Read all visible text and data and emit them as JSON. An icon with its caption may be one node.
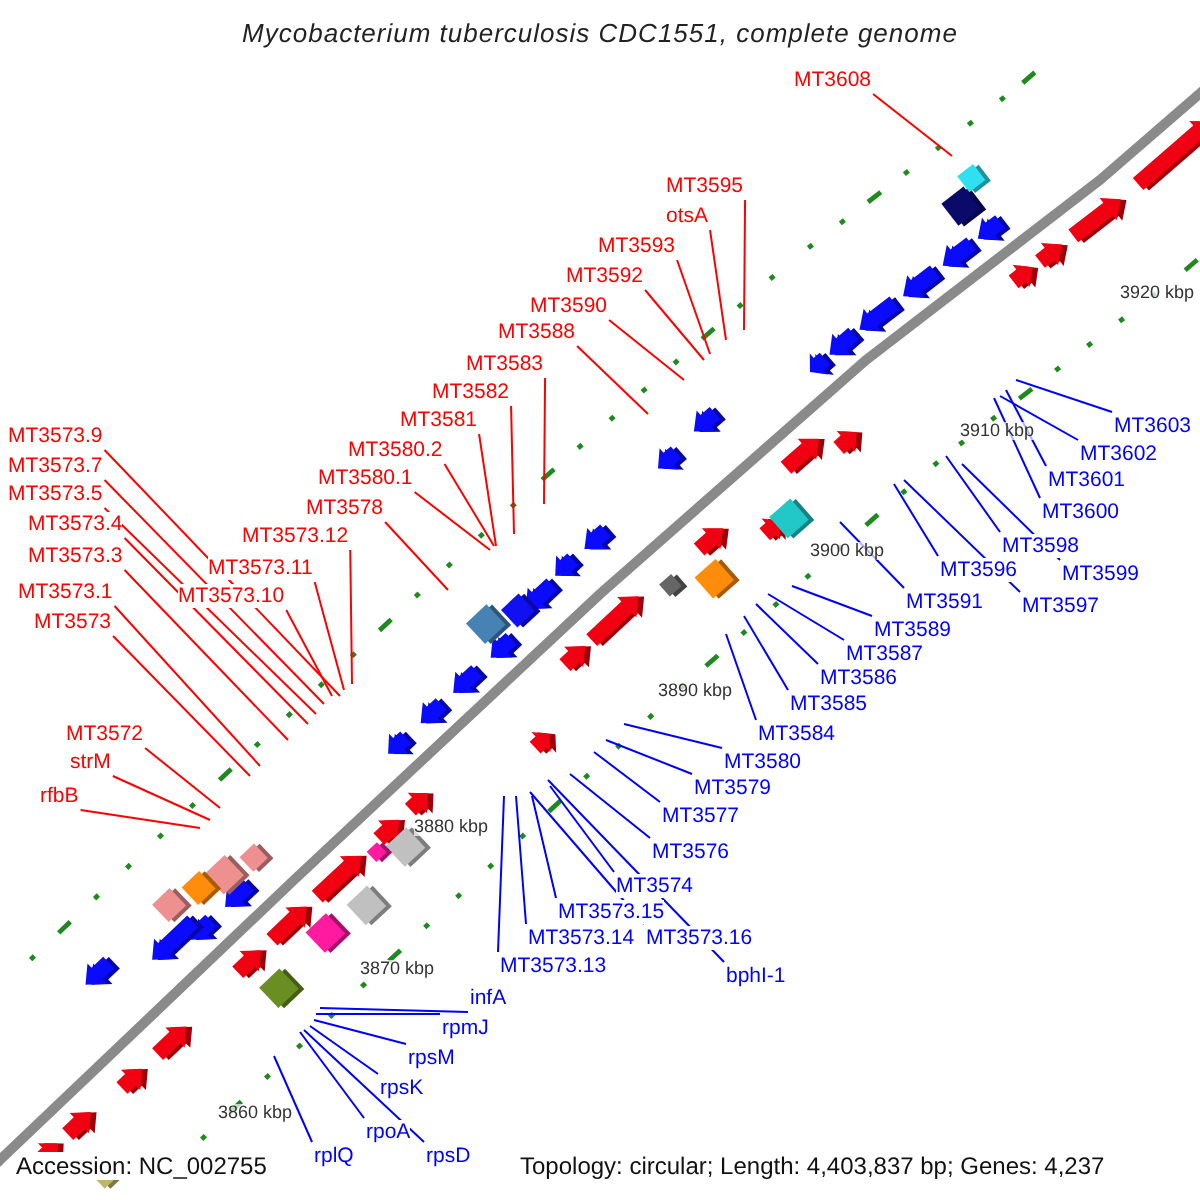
{
  "diagram": {
    "title": "Mycobacterium tuberculosis CDC1551, complete genome",
    "nodes": [
      {
        "text": [
          "MT3608"
        ]
      },
      {
        "text": [
          "MT3595"
        ]
      },
      {
        "text": [
          "otsA"
        ]
      },
      {
        "text": [
          "MT3593"
        ]
      },
      {
        "text": [
          "MT3592"
        ]
      },
      {
        "text": [
          "MT3590"
        ]
      },
      {
        "text": [
          "MT3588"
        ]
      },
      {
        "text": [
          "MT3583"
        ]
      },
      {
        "text": [
          "MT3582"
        ]
      },
      {
        "text": [
          "MT3581"
        ]
      },
      {
        "text": [
          "MT3580.2"
        ]
      },
      {
        "text": [
          "MT3580.1"
        ]
      },
      {
        "text": [
          "MT3578"
        ]
      },
      {
        "text": [
          "MT3573.9"
        ]
      },
      {
        "text": [
          "MT3573.7"
        ]
      },
      {
        "text": [
          "MT3573.5"
        ]
      },
      {
        "text": [
          "MT3573.4"
        ]
      },
      {
        "text": [
          "MT3573.3"
        ]
      },
      {
        "text": [
          "MT3573.12"
        ]
      },
      {
        "text": [
          "MT3573.11"
        ]
      },
      {
        "text": [
          "MT3573.1"
        ]
      },
      {
        "text": [
          "MT3573.10"
        ]
      },
      {
        "text": [
          "MT3573"
        ]
      },
      {
        "text": [
          "MT3572"
        ]
      },
      {
        "text": [
          "strM"
        ]
      },
      {
        "text": [
          "rfbB"
        ]
      },
      {
        "text": [
          "MT3603"
        ]
      },
      {
        "text": [
          "MT3602"
        ]
      },
      {
        "text": [
          "MT3601"
        ]
      },
      {
        "text": [
          "MT3600"
        ]
      },
      {
        "text": [
          "MT3598"
        ]
      },
      {
        "text": [
          "MT3596"
        ]
      },
      {
        "text": [
          "MT3599"
        ]
      },
      {
        "text": [
          "MT3591"
        ]
      },
      {
        "text": [
          "MT3597"
        ]
      },
      {
        "text": [
          "MT3589"
        ]
      },
      {
        "text": [
          "MT3587"
        ]
      },
      {
        "text": [
          "MT3586"
        ]
      },
      {
        "text": [
          "MT3585"
        ]
      },
      {
        "text": [
          "MT3584"
        ]
      },
      {
        "text": [
          "MT3580"
        ]
      },
      {
        "text": [
          "MT3579"
        ]
      },
      {
        "text": [
          "MT3577"
        ]
      },
      {
        "text": [
          "MT3576"
        ]
      },
      {
        "text": [
          "MT3574"
        ]
      },
      {
        "text": [
          "MT3573.15"
        ]
      },
      {
        "text": [
          "MT3573.14"
        ]
      },
      {
        "text": [
          "MT3573.16"
        ]
      },
      {
        "text": [
          "MT3573.13"
        ]
      },
      {
        "text": [
          "bphI-1"
        ]
      },
      {
        "text": [
          "infA"
        ]
      },
      {
        "text": [
          "rpmJ"
        ]
      },
      {
        "text": [
          "rpsM"
        ]
      },
      {
        "text": [
          "rpsK"
        ]
      },
      {
        "text": [
          "rpoA"
        ]
      },
      {
        "text": [
          "rplQ"
        ]
      },
      {
        "text": [
          "rpsD"
        ]
      }
    ],
    "edges": [
      {
        "from": 0,
        "to": null,
        "arrow": "none",
        "color": "#ff0000"
      },
      {
        "from": 1,
        "to": null,
        "arrow": "none",
        "color": "#ff0000"
      },
      {
        "from": 2,
        "to": null,
        "arrow": "none",
        "color": "#ff0000"
      },
      {
        "from": 3,
        "to": null,
        "arrow": "none",
        "color": "#ff0000"
      },
      {
        "from": 4,
        "to": null,
        "arrow": "none",
        "color": "#ff0000"
      },
      {
        "from": 5,
        "to": null,
        "arrow": "none",
        "color": "#ff0000"
      },
      {
        "from": 6,
        "to": null,
        "arrow": "none",
        "color": "#ff0000"
      },
      {
        "from": 7,
        "to": null,
        "arrow": "none",
        "color": "#ff0000"
      },
      {
        "from": 8,
        "to": null,
        "arrow": "none",
        "color": "#ff0000"
      },
      {
        "from": 9,
        "to": null,
        "arrow": "none",
        "color": "#ff0000"
      },
      {
        "from": 10,
        "to": null,
        "arrow": "none",
        "color": "#ff0000"
      },
      {
        "from": 11,
        "to": null,
        "arrow": "none",
        "color": "#ff0000"
      },
      {
        "from": 12,
        "to": null,
        "arrow": "none",
        "color": "#ff0000"
      },
      {
        "from": 13,
        "to": null,
        "arrow": "none",
        "color": "#ff0000"
      },
      {
        "from": 14,
        "to": null,
        "arrow": "none",
        "color": "#ff0000"
      },
      {
        "from": 15,
        "to": null,
        "arrow": "none",
        "color": "#ff0000"
      },
      {
        "from": 16,
        "to": null,
        "arrow": "none",
        "color": "#ff0000"
      },
      {
        "from": 17,
        "to": null,
        "arrow": "none",
        "color": "#ff0000"
      },
      {
        "from": 18,
        "to": null,
        "arrow": "none",
        "color": "#ff0000"
      },
      {
        "from": 19,
        "to": null,
        "arrow": "none",
        "color": "#ff0000"
      },
      {
        "from": 20,
        "to": null,
        "arrow": "none",
        "color": "#ff0000"
      },
      {
        "from": 21,
        "to": null,
        "arrow": "none",
        "color": "#ff0000"
      },
      {
        "from": 22,
        "to": null,
        "arrow": "none",
        "color": "#ff0000"
      },
      {
        "from": 23,
        "to": null,
        "arrow": "none",
        "color": "#ff0000"
      },
      {
        "from": 24,
        "to": null,
        "arrow": "none",
        "color": "#ff0000"
      },
      {
        "from": 25,
        "to": null,
        "arrow": "none",
        "color": "#ff0000"
      },
      {
        "from": 26,
        "to": null,
        "arrow": "none"
      },
      {
        "from": 27,
        "to": null,
        "arrow": "none"
      },
      {
        "from": 28,
        "to": null,
        "arrow": "none"
      },
      {
        "from": 29,
        "to": null,
        "arrow": "none"
      },
      {
        "from": 30,
        "to": null,
        "arrow": "none"
      },
      {
        "from": 31,
        "to": null,
        "arrow": "none"
      },
      {
        "from": 32,
        "to": null,
        "arrow": "none"
      },
      {
        "from": 33,
        "to": null,
        "arrow": "none"
      },
      {
        "from": 34,
        "to": null,
        "arrow": "none"
      },
      {
        "from": 35,
        "to": null,
        "arrow": "none"
      },
      {
        "from": 36,
        "to": null,
        "arrow": "none"
      },
      {
        "from": 37,
        "to": null,
        "arrow": "none"
      },
      {
        "from": 38,
        "to": null,
        "arrow": "none"
      },
      {
        "from": 39,
        "to": null,
        "arrow": "none"
      },
      {
        "from": 40,
        "to": null,
        "arrow": "none"
      },
      {
        "from": 41,
        "to": null,
        "arrow": "none"
      },
      {
        "from": 42,
        "to": null,
        "arrow": "none"
      },
      {
        "from": 43,
        "to": null,
        "arrow": "none"
      },
      {
        "from": 44,
        "to": null,
        "arrow": "none"
      },
      {
        "from": 45,
        "to": null,
        "arrow": "none"
      },
      {
        "from": 46,
        "to": null,
        "arrow": "none"
      },
      {
        "from": 47,
        "to": null,
        "arrow": "none"
      },
      {
        "from": 48,
        "to": null,
        "arrow": "none"
      },
      {
        "from": 49,
        "to": null,
        "arrow": "none"
      },
      {
        "from": 50,
        "to": null,
        "arrow": "none"
      },
      {
        "from": 51,
        "to": null,
        "arrow": "none"
      },
      {
        "from": 52,
        "to": null,
        "arrow": "none"
      },
      {
        "from": 53,
        "to": null,
        "arrow": "none"
      },
      {
        "from": 54,
        "to": null,
        "arrow": "none"
      },
      {
        "from": 55,
        "to": null,
        "arrow": "none"
      },
      {
        "from": 56,
        "to": null,
        "arrow": "none"
      }
    ],
    "labels": [
      "3920 kbp",
      "3910 kbp",
      "3900 kbp",
      "3890 kbp",
      "3880 kbp",
      "3870 kbp",
      "3860 kbp",
      "Accession: NC_002755",
      "Topology: circular; Length: 4,403,837 bp; Genes: 4,237"
    ]
  }
}
